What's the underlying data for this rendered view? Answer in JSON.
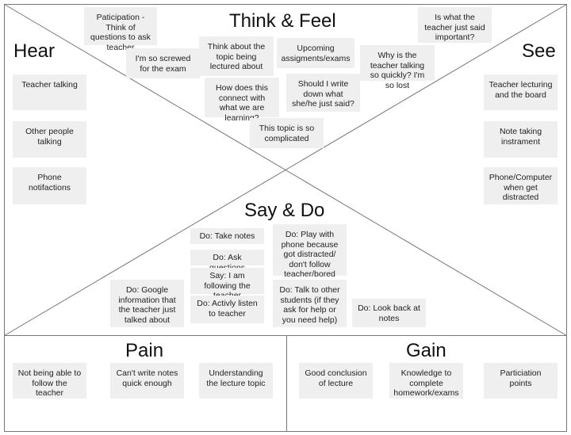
{
  "sections": {
    "think_feel": {
      "title": "Think & Feel",
      "notes": [
        "Paticipation - Think of questions to ask teacher",
        "I'm so screwed for the exam",
        "Think about the topic being lectured about",
        "Upcoming assigments/exams",
        "Why is the teacher talking so quickly? I'm so lost",
        "Is what the teacher just said important?",
        "How does this connect with what we are learning?",
        "Should I write down what she/he just said?",
        "This topic is so complicated"
      ]
    },
    "hear": {
      "title": "Hear",
      "notes": [
        "Teacher talking",
        "Other people talking",
        "Phone notifactions"
      ]
    },
    "see": {
      "title": "See",
      "notes": [
        "Teacher lecturing and the board",
        "Note taking instrament",
        "Phone/Computer when get distracted"
      ]
    },
    "say_do": {
      "title": "Say & Do",
      "notes": [
        "Do: Take notes",
        "Do: Ask questions",
        "Say: I am following the teacher",
        "Do: Activly listen to teacher",
        "Do: Play with phone because got distracted/ don't follow teacher/bored",
        "Do: Talk to other students (if they ask for help or you need help)",
        "Do: Google information that the teacher just talked about",
        "Do: Look back at notes"
      ]
    },
    "pain": {
      "title": "Pain",
      "notes": [
        "Not being able to follow the teacher",
        "Can't write notes quick enough",
        "Understanding the lecture topic"
      ]
    },
    "gain": {
      "title": "Gain",
      "notes": [
        "Good conclusion of lecture",
        "Knowledge to complete homework/exams",
        "Particiation points"
      ]
    }
  }
}
